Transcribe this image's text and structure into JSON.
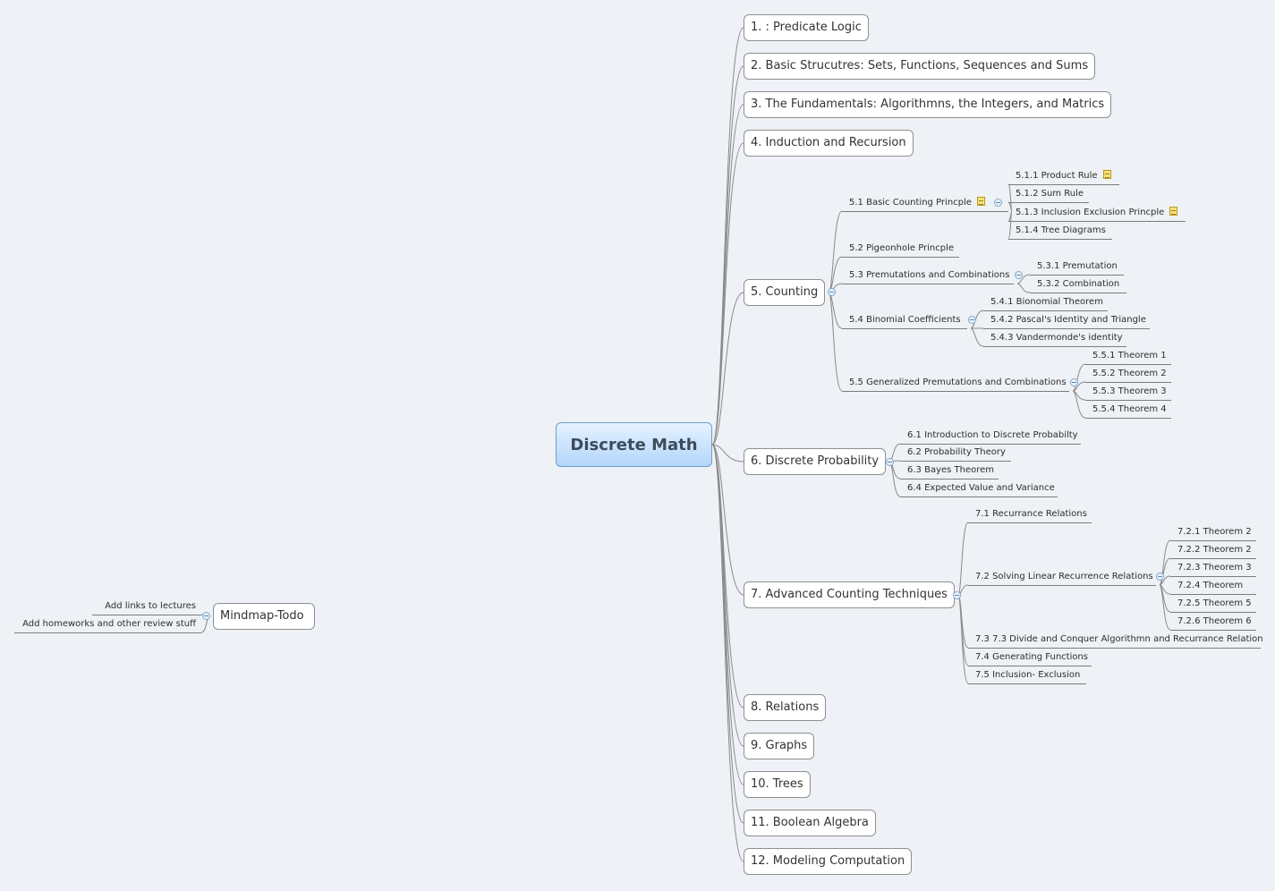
{
  "root": {
    "label": "Discrete Math"
  },
  "topics": [
    {
      "label": "1.  : Predicate Logic"
    },
    {
      "label": "2.  Basic Strucutres: Sets, Functions, Sequences and Sums"
    },
    {
      "label": "3.  The Fundamentals: Algorithmns, the Integers, and Matrics"
    },
    {
      "label": "4.  Induction and Recursion"
    },
    {
      "label": "5.  Counting",
      "children": [
        {
          "label": "5.1  Basic Counting Princple",
          "note": true,
          "children": [
            {
              "label": "5.1.1  Product Rule",
              "note": true
            },
            {
              "label": "5.1.2  Sum Rule"
            },
            {
              "label": "5.1.3  Inclusion  Exclusion Princple",
              "note": true
            },
            {
              "label": "5.1.4  Tree Diagrams"
            }
          ]
        },
        {
          "label": "5.2  Pigeonhole Princple"
        },
        {
          "label": "5.3  Premutations and Combinations",
          "children": [
            {
              "label": "5.3.1  Premutation"
            },
            {
              "label": "5.3.2  Combination"
            }
          ]
        },
        {
          "label": "5.4  Binomial Coefficients",
          "children": [
            {
              "label": "5.4.1  Bionomial Theorem"
            },
            {
              "label": "5.4.2  Pascal's Identity and Triangle"
            },
            {
              "label": "5.4.3  Vandermonde's identity"
            }
          ]
        },
        {
          "label": "5.5  Generalized Premutations and Combinations",
          "children": [
            {
              "label": "5.5.1  Theorem 1"
            },
            {
              "label": "5.5.2  Theorem 2"
            },
            {
              "label": "5.5.3  Theorem 3"
            },
            {
              "label": "5.5.4  Theorem 4"
            }
          ]
        }
      ]
    },
    {
      "label": "6.  Discrete Probability",
      "children": [
        {
          "label": "6.1  Introduction to Discrete Probabilty"
        },
        {
          "label": "6.2  Probability Theory"
        },
        {
          "label": "6.3  Bayes Theorem"
        },
        {
          "label": "6.4  Expected Value and Variance"
        }
      ]
    },
    {
      "label": "7.  Advanced Counting Techniques",
      "children": [
        {
          "label": "7.1  Recurrance Relations"
        },
        {
          "label": "7.2  Solving Linear Recurrence Relations",
          "children": [
            {
              "label": "7.2.1  Theorem 2"
            },
            {
              "label": "7.2.2  Theorem 2"
            },
            {
              "label": "7.2.3  Theorem 3"
            },
            {
              "label": "7.2.4  Theorem"
            },
            {
              "label": "7.2.5  Theorem 5"
            },
            {
              "label": "7.2.6  Theorem 6"
            }
          ]
        },
        {
          "label": "7.3  7.3 Divide and Conquer Algorithmn and Recurrance Relation"
        },
        {
          "label": "7.4  Generating Functions"
        },
        {
          "label": "7.5  Inclusion- Exclusion"
        }
      ]
    },
    {
      "label": "8.  Relations"
    },
    {
      "label": "9.  Graphs"
    },
    {
      "label": "10.  Trees"
    },
    {
      "label": "11.  Boolean Algebra"
    },
    {
      "label": "12.  Modeling Computation"
    }
  ],
  "floating": {
    "label": "Mindmap-Todo",
    "children": [
      {
        "label": "Add links to lectures"
      },
      {
        "label": "Add homeworks and other review stuff"
      }
    ]
  },
  "colors": {
    "background": "#eef1f5",
    "root_fill_top": "#e6f2ff",
    "root_fill_bottom": "#b3d6fb",
    "root_border": "#6d9ccb",
    "line": "#8a8a8a",
    "note": "#f7e27a"
  }
}
